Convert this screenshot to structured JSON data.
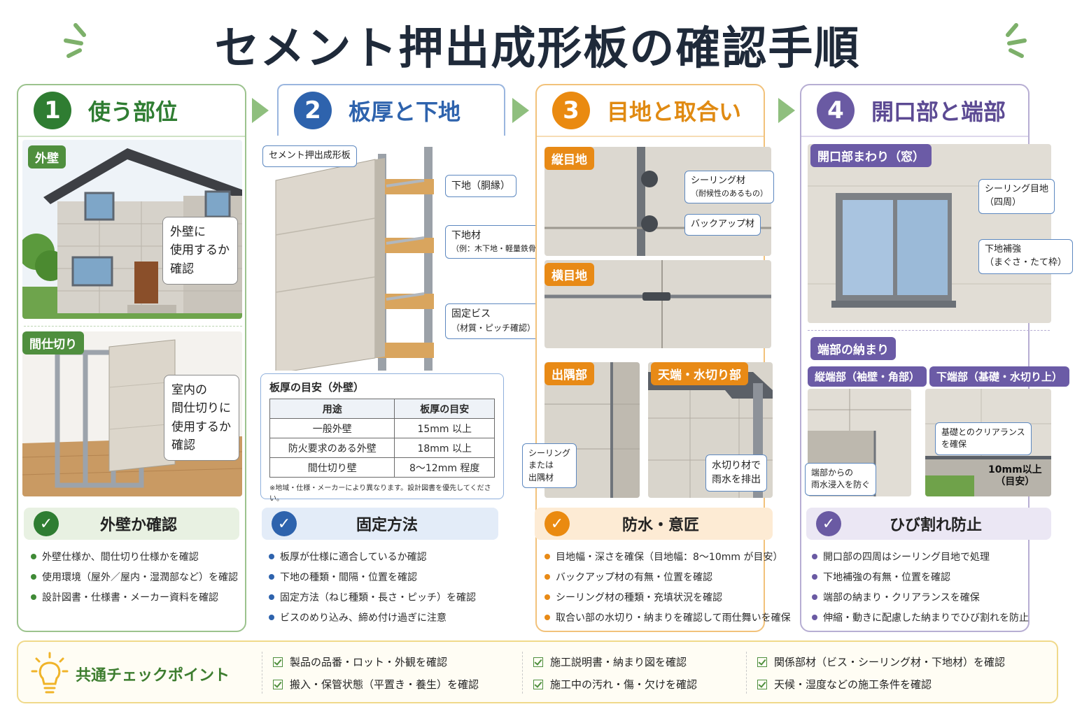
{
  "title": "セメント押出成形板の確認手順",
  "steps": [
    {
      "num": "1",
      "heading": "使う部位",
      "tags": [
        "外壁",
        "間仕切り"
      ],
      "callouts": [
        "外壁に\n使用するか\n確認",
        "室内の\n間仕切りに\n使用するか\n確認"
      ],
      "check": "外壁か確認",
      "bullets": [
        "外壁仕様か、間仕切り仕様かを確認",
        "使用環境（屋外／屋内・湿潤部など）を確認",
        "設計図書・仕様書・メーカー資料を確認"
      ]
    },
    {
      "num": "2",
      "heading": "板厚と下地",
      "callouts": [
        "セメント押出成形板",
        "下地（胴縁）",
        "下地材",
        "（例：木下地・軽量鉄骨）",
        "固定ビス",
        "（材質・ピッチ確認）"
      ],
      "guide": {
        "title": "板厚の目安（外壁）",
        "headers": [
          "用途",
          "板厚の目安"
        ],
        "rows": [
          [
            "一般外壁",
            "15mm 以上"
          ],
          [
            "防火要求のある外壁",
            "18mm 以上"
          ],
          [
            "間仕切り壁",
            "8～12mm 程度"
          ]
        ],
        "note": "※地域・仕様・メーカーにより異なります。設計図書を優先してください。"
      },
      "check": "固定方法",
      "bullets": [
        "板厚が仕様に適合しているか確認",
        "下地の種類・間隔・位置を確認",
        "固定方法（ねじ種類・長さ・ピッチ）を確認",
        "ビスのめり込み、締め付け過ぎに注意"
      ]
    },
    {
      "num": "3",
      "heading": "目地と取合い",
      "tags": [
        "縦目地",
        "横目地",
        "出隅部",
        "天端・水切り部"
      ],
      "callouts": [
        "シーリング材",
        "（耐候性のあるもの）",
        "バックアップ材",
        "シーリング\nまたは\n出隅材",
        "水切り材で\n雨水を排出"
      ],
      "check": "防水・意匠",
      "bullets": [
        "目地幅・深さを確保（目地幅：8～10mm が目安）",
        "バックアップ材の有無・位置を確認",
        "シーリング材の種類・充填状況を確認",
        "取合い部の水切り・納まりを確認して雨仕舞いを確保"
      ]
    },
    {
      "num": "4",
      "heading": "開口部と端部",
      "tags": [
        "開口部まわり（窓）",
        "端部の納まり",
        "縦端部（袖壁・角部）",
        "下端部（基礎・水切り上）"
      ],
      "callouts": [
        "シーリング目地\n（四周）",
        "下地補強\n（まぐさ・たて枠）",
        "端部からの\n雨水浸入を防ぐ",
        "基礎とのクリアランス\nを確保",
        "10mm以上\n（目安）"
      ],
      "check": "ひび割れ防止",
      "bullets": [
        "開口部の四周はシーリング目地で処理",
        "下地補強の有無・位置を確認",
        "端部の納まり・クリアランスを確保",
        "伸縮・動きに配慮した納まりでひび割れを防止"
      ]
    }
  ],
  "common": {
    "title": "共通チェックポイント",
    "items": [
      "製品の品番・ロット・外観を確認",
      "搬入・保管状態（平置き・養生）を確認",
      "施工説明書・納まり図を確認",
      "施工中の汚れ・傷・欠けを確認",
      "関係部材（ビス・シーリング材・下地材）を確認",
      "天候・湿度などの施工条件を確認"
    ]
  },
  "colors": {
    "green": "#2f7d32",
    "blue": "#2e63ad",
    "orange": "#ea8a10",
    "purple": "#6a5aa3"
  }
}
